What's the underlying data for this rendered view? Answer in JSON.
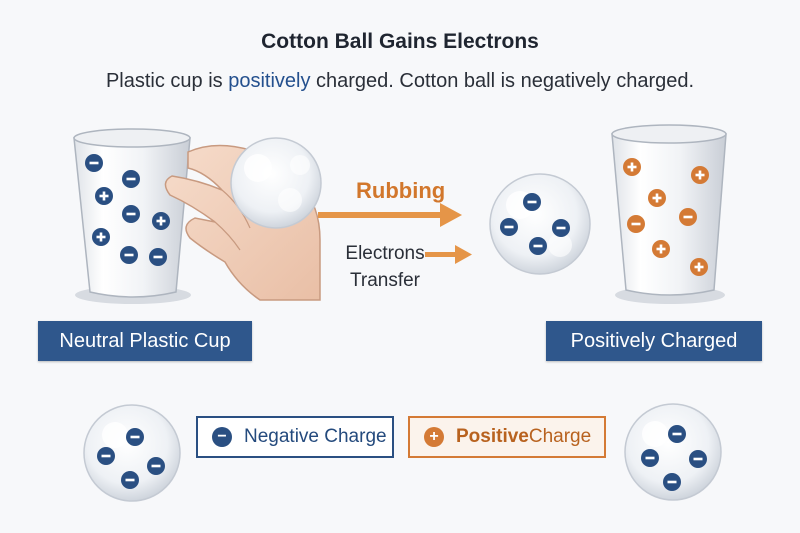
{
  "title": "Cotton Ball Gains Electrons",
  "subtitle": {
    "part1": "Plastic cup is ",
    "highlight": "positively",
    "part2": " charged. Cotton ball is negatively charged."
  },
  "labels": {
    "rubbing": "Rubbing",
    "transfer_line1": "Electrons",
    "transfer_line2": "Transfer"
  },
  "banners": {
    "left": "Neutral Plastic Cup",
    "right": "Positively Charged"
  },
  "legend": {
    "negative_label": "Negative Charge",
    "positive_bold": "Positive",
    "positive_rest": " Charge"
  },
  "colors": {
    "negative": "#2a4f82",
    "positive": "#d47a35",
    "banner": "#2f578c",
    "arrow": "#e59548"
  },
  "icons": {
    "negative": "minus-circle-icon",
    "positive": "plus-circle-icon"
  }
}
